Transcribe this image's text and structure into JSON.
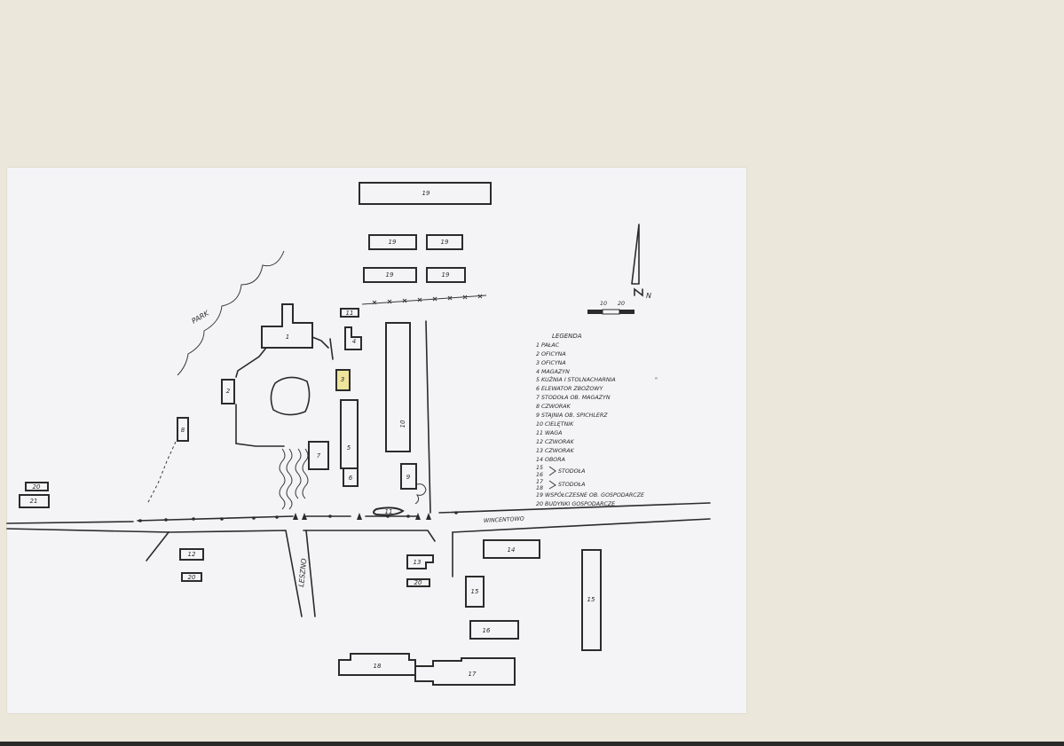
{
  "labels": {
    "park": "PARK",
    "street_wincentowo": "WINCENTOWO",
    "street_leszno": "LESZNO",
    "north": "N",
    "scale_10": "10",
    "scale_20": "20"
  },
  "legend": {
    "title": "LEGENDA",
    "items": [
      "1  PAŁAC",
      "2  OFICYNA",
      "3  OFICYNA",
      "4  MAGAZYN",
      "5  KUŹNIA I STOLNACHARNIA",
      "6  ELEWATOR ZBOŻOWY",
      "7  STODOŁA  OB. MAGAZYN",
      "8  CZWORAK",
      "9  STAJNIA  OB. SPICHLERZ",
      "10  CIELĘTNIK",
      "11  WAGA",
      "12  CZWORAK",
      "13  CZWORAK",
      "14  OBORA",
      "15",
      "16",
      "17",
      "18",
      "19  WSPÓŁCZESNE  OB. GOSPODARCZE",
      "20  BUDYNKI  GOSPODARCZE"
    ],
    "group_15_16": "STODOŁA",
    "group_17_18": "STODOŁA",
    "tick_mark": "\""
  },
  "buildings": {
    "b1": "1",
    "b2": "2",
    "b3": "3",
    "b4": "4",
    "b5": "5",
    "b6": "6",
    "b7": "7",
    "b8": "8",
    "b9": "9",
    "b10": "10",
    "b11": "11",
    "b11b": "11",
    "b12": "12",
    "b13": "13",
    "b14": "14",
    "b15": "15",
    "b15b": "15",
    "b16": "16",
    "b17": "17",
    "b18": "18",
    "b19a": "19",
    "b19b": "19",
    "b19c": "19",
    "b19d": "19",
    "b19e": "19",
    "b20a": "20",
    "b20b": "20",
    "b20c": "20",
    "b21": "21"
  },
  "colors": {
    "highlight": "#efe49a",
    "ink": "#2b2b2b",
    "paper": "#f4f4f6",
    "board": "#ebe7da"
  }
}
